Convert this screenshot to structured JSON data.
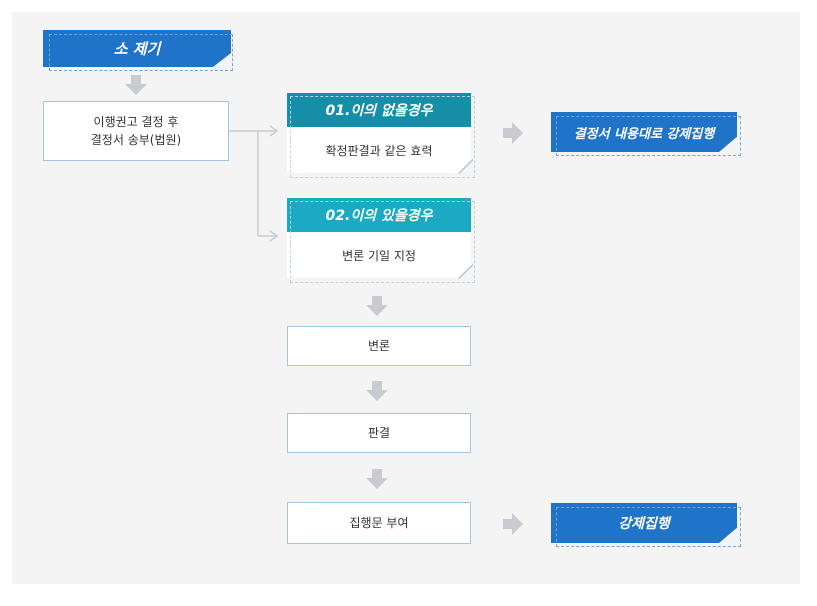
{
  "colors": {
    "banner_blue": "#1f73c8",
    "teal": "#178ea8",
    "light_teal": "#1ca9c4",
    "arrow_gray": "#c8ccd0"
  },
  "steps": {
    "filing": "소 제기",
    "decision_line1": "이행권고 결정 후",
    "decision_line2": "결정서 송부(법원)",
    "case1_title": "01.이의 없을경우",
    "case1_body": "확정판결과 같은 효력",
    "case1_result": "결정서 내용대로 강제집행",
    "case2_title": "02.이의 있을경우",
    "case2_body": "변론 기일 지정",
    "pleading": "변론",
    "judgment": "판결",
    "execution_clause": "집행문 부여",
    "enforcement": "강제집행"
  }
}
